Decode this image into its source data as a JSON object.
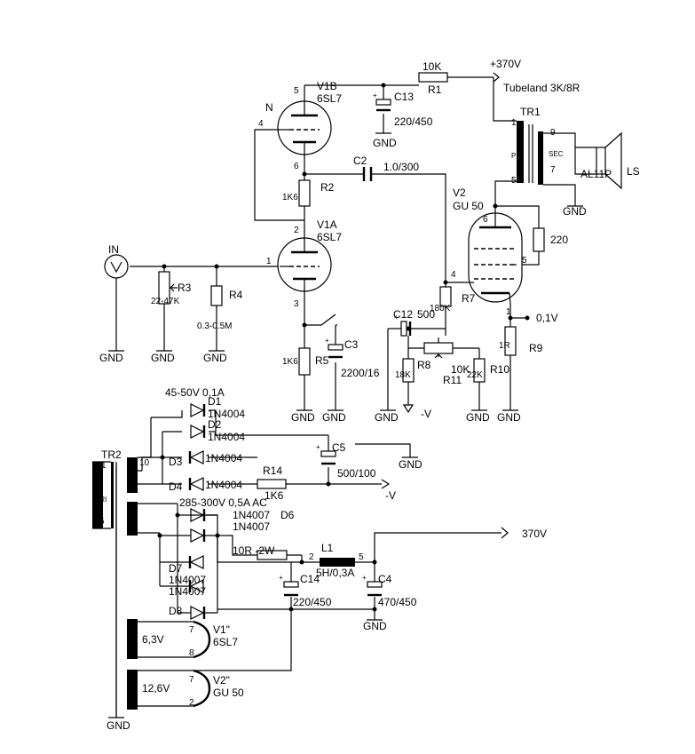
{
  "labels": {
    "plus370v": "+370V",
    "r1_value": "10K",
    "r1_name": "R1",
    "tubeland": "Tubeland 3K/8R",
    "v1b_name": "V1B",
    "v1b_type": "6SL7",
    "c13_name": "C13",
    "c13_value": "220/450",
    "tr1_name": "TR1",
    "pin5_v1b": "5",
    "pin4_v1b": "4",
    "pin6_v1b": "6",
    "n_label": "N",
    "c2_name": "C2",
    "c2_value": "1.0/300",
    "r2_name": "R2",
    "r2_value": "1K6",
    "pri": "PRI",
    "sec": "SEC",
    "pin9": "9",
    "pin1_tr1": "1",
    "pin5_tr1": "5",
    "pin7_tr1": "7",
    "al11p": "AL11P",
    "ls": "LS",
    "v2_name": "V2",
    "v2_type": "GU 50",
    "v1a_name": "V1A",
    "v1a_type": "6SL7",
    "r_220": "220",
    "in_label": "IN",
    "r3_name": "R3",
    "r3_value": "22-47K",
    "r4_name": "R4",
    "r4_value": "0.3-0.5M",
    "pin1_v1a": "1",
    "pin2_v1a": "2",
    "pin3_v1a": "3",
    "pin4_v2": "4",
    "pin5_v2": "5",
    "pin6_v2": "6",
    "pin1_v2": "1",
    "c12_name": "C12",
    "c12_value": "500",
    "r7_name": "R7",
    "r7_value": "180K",
    "v01": "0,1V",
    "r9_name": "R9",
    "r9_value": "1R",
    "r5_name": "R5",
    "r5_value": "1K6",
    "c3_name": "C3",
    "c3_value": "2200/16",
    "r8_name": "R8",
    "r8_value": "18K",
    "r11_name": "R11",
    "r11_value": "10K",
    "r10_name": "R10",
    "r10_value": "22K",
    "minus_v": "-V",
    "gnd": "GND",
    "hv_bias": "45-50V 0,1A",
    "d1": "D1",
    "d2": "D2",
    "d3": "D3",
    "d4": "D4",
    "n4004": "1N4004",
    "tr2_name": "TR2",
    "pin1_tr2": "1",
    "pin5_tr2": "5",
    "pin10_tr2": "10",
    "c5_name": "C5",
    "c5_value": "500/100",
    "r14_name": "R14",
    "r14_value": "1K6",
    "hv_ac": "285-300V 0,5A AC",
    "n4007": "1N4007",
    "d6": "D6",
    "d7": "D7",
    "d8": "D8",
    "v370": "370V",
    "r_10r": "10R -2W",
    "l1_name": "L1",
    "l1_value": "5H/0,3A",
    "pin2_l1": "2",
    "pin5_l1": "5",
    "c14_name": "C14",
    "c14_value": "220/450",
    "c4_name": "C4",
    "c4_value": "470/450",
    "h63": "6,3V",
    "v1h_name": "V1\"",
    "v1h_type": "6SL7",
    "pin7_v1h": "7",
    "pin8_v1h": "8",
    "h126": "12,6V",
    "v2h_name": "V2\"",
    "v2h_type": "GU 50",
    "pin7_v2h": "7",
    "pin2_v2h": "2"
  }
}
